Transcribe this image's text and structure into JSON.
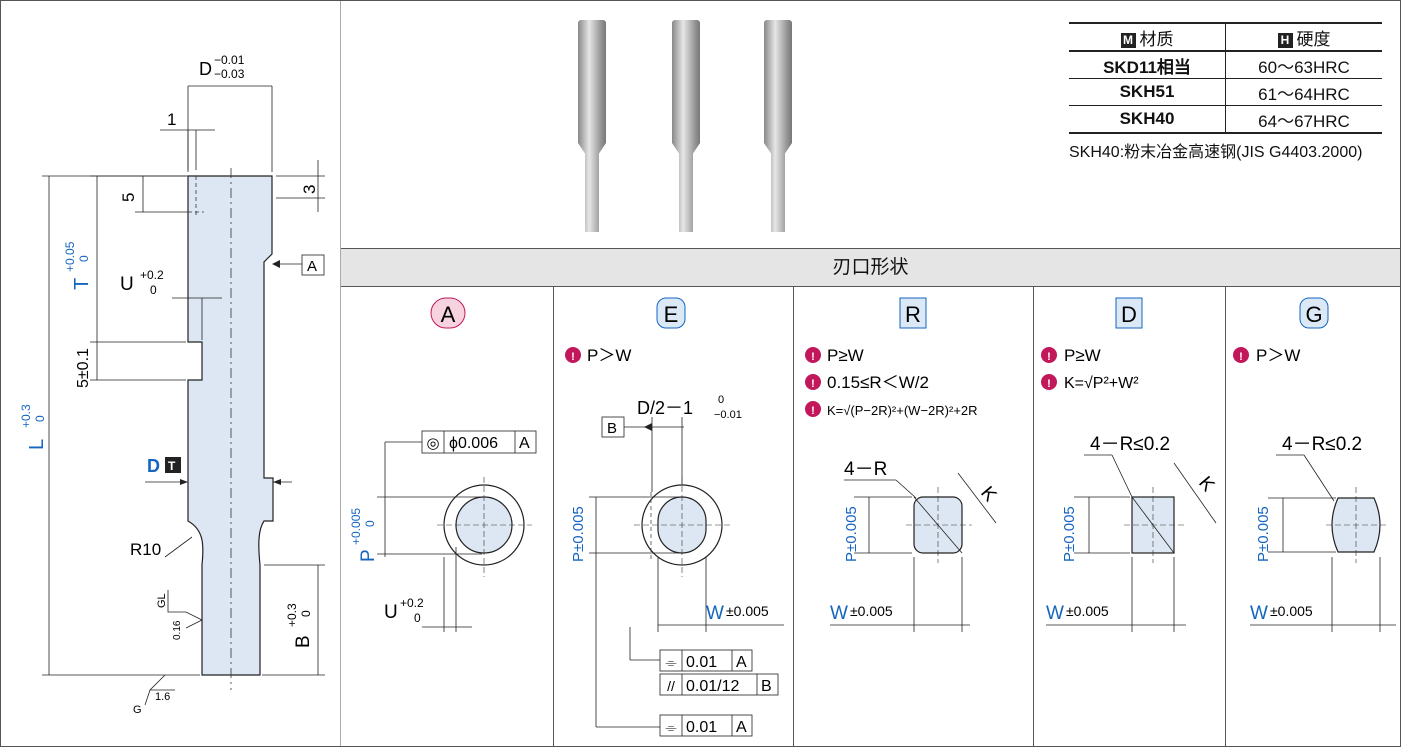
{
  "materials": {
    "header": {
      "col1_key": "M",
      "col1": "材质",
      "col2_key": "H",
      "col2": "硬度"
    },
    "rows": [
      {
        "material": "SKD11相当",
        "hardness": "60～63HRC"
      },
      {
        "material": "SKH51",
        "hardness": "61～64HRC"
      },
      {
        "material": "SKH40",
        "hardness": "64～67HRC"
      }
    ],
    "note": "SKH40:粉末冶金高速钢(JIS G4403.2000)"
  },
  "banner": "刃口形状",
  "left_drawing": {
    "d_main": "D",
    "d_tol_upper": "−0.01",
    "d_tol_lower": "−0.03",
    "dim_1": "1",
    "dim_5": "5",
    "dim_3": "3",
    "t_main": "T",
    "t_tol_upper": "+0.05",
    "t_tol_lower": "0",
    "u_main": "U",
    "u_tol_upper": "+0.2",
    "u_tol_lower": "0",
    "five_tol": "5±0.1",
    "l_main": "L",
    "l_tol_upper": "+0.3",
    "l_tol_lower": "0",
    "datum_a": "A",
    "d_label": "D",
    "d_key": "T",
    "r10": "R10",
    "gl": "GL",
    "rough_016": "0.16",
    "b_main": "B",
    "b_tol_upper": "+0.3",
    "b_tol_lower": "0",
    "g": "G",
    "rough_16": "1.6"
  },
  "shapes": [
    {
      "key": "A",
      "bg": "#f6d3de",
      "border": "#c2185b",
      "notes": [],
      "frame": {
        "sym": "◎",
        "value": "ϕ0.006",
        "datum": "A"
      },
      "p_label": "P",
      "p_tol_upper": "+0.005",
      "p_tol_lower": "0",
      "u_label": "U",
      "u_tol_upper": "+0.2",
      "u_tol_lower": "0"
    },
    {
      "key": "E",
      "bg": "#dbe8f6",
      "border": "#1565c0",
      "notes": [
        "P＞W"
      ],
      "top_dim": "D/2－1",
      "top_tol_upper": "0",
      "top_tol_lower": "−0.01",
      "datum_b": "B",
      "p_label": "P±0.005",
      "w_label": "W",
      "w_tol": "±0.005",
      "frames": [
        {
          "sym": "⌯",
          "value": "0.01",
          "datum": "A"
        },
        {
          "sym": "//",
          "value": "0.01/12",
          "datum": "B"
        },
        {
          "sym": "⌯",
          "value": "0.01",
          "datum": "A"
        }
      ]
    },
    {
      "key": "R",
      "bg": "#dbe8f6",
      "border": "#1565c0",
      "notes": [
        "P≥W",
        "0.15≤R＜W/2",
        "K=√(P−2R)²+(W−2R)²+2R"
      ],
      "corner": "4－R",
      "k": "K",
      "p_label": "P±0.005",
      "w_label": "W",
      "w_tol": "±0.005"
    },
    {
      "key": "D",
      "bg": "#dbe8f6",
      "border": "#1565c0",
      "notes": [
        "P≥W",
        "K=√P²+W²"
      ],
      "corner": "4－R≤0.2",
      "k": "K",
      "p_label": "P±0.005",
      "w_label": "W",
      "w_tol": "±0.005"
    },
    {
      "key": "G",
      "bg": "#dbe8f6",
      "border": "#1565c0",
      "notes": [
        "P＞W"
      ],
      "corner": "4－R≤0.2",
      "p_label": "P±0.005",
      "w_label": "W",
      "w_tol": "±0.005"
    }
  ],
  "colors": {
    "blue": "#1565c0",
    "magenta": "#c2185b",
    "fill": "#dde7f3"
  }
}
